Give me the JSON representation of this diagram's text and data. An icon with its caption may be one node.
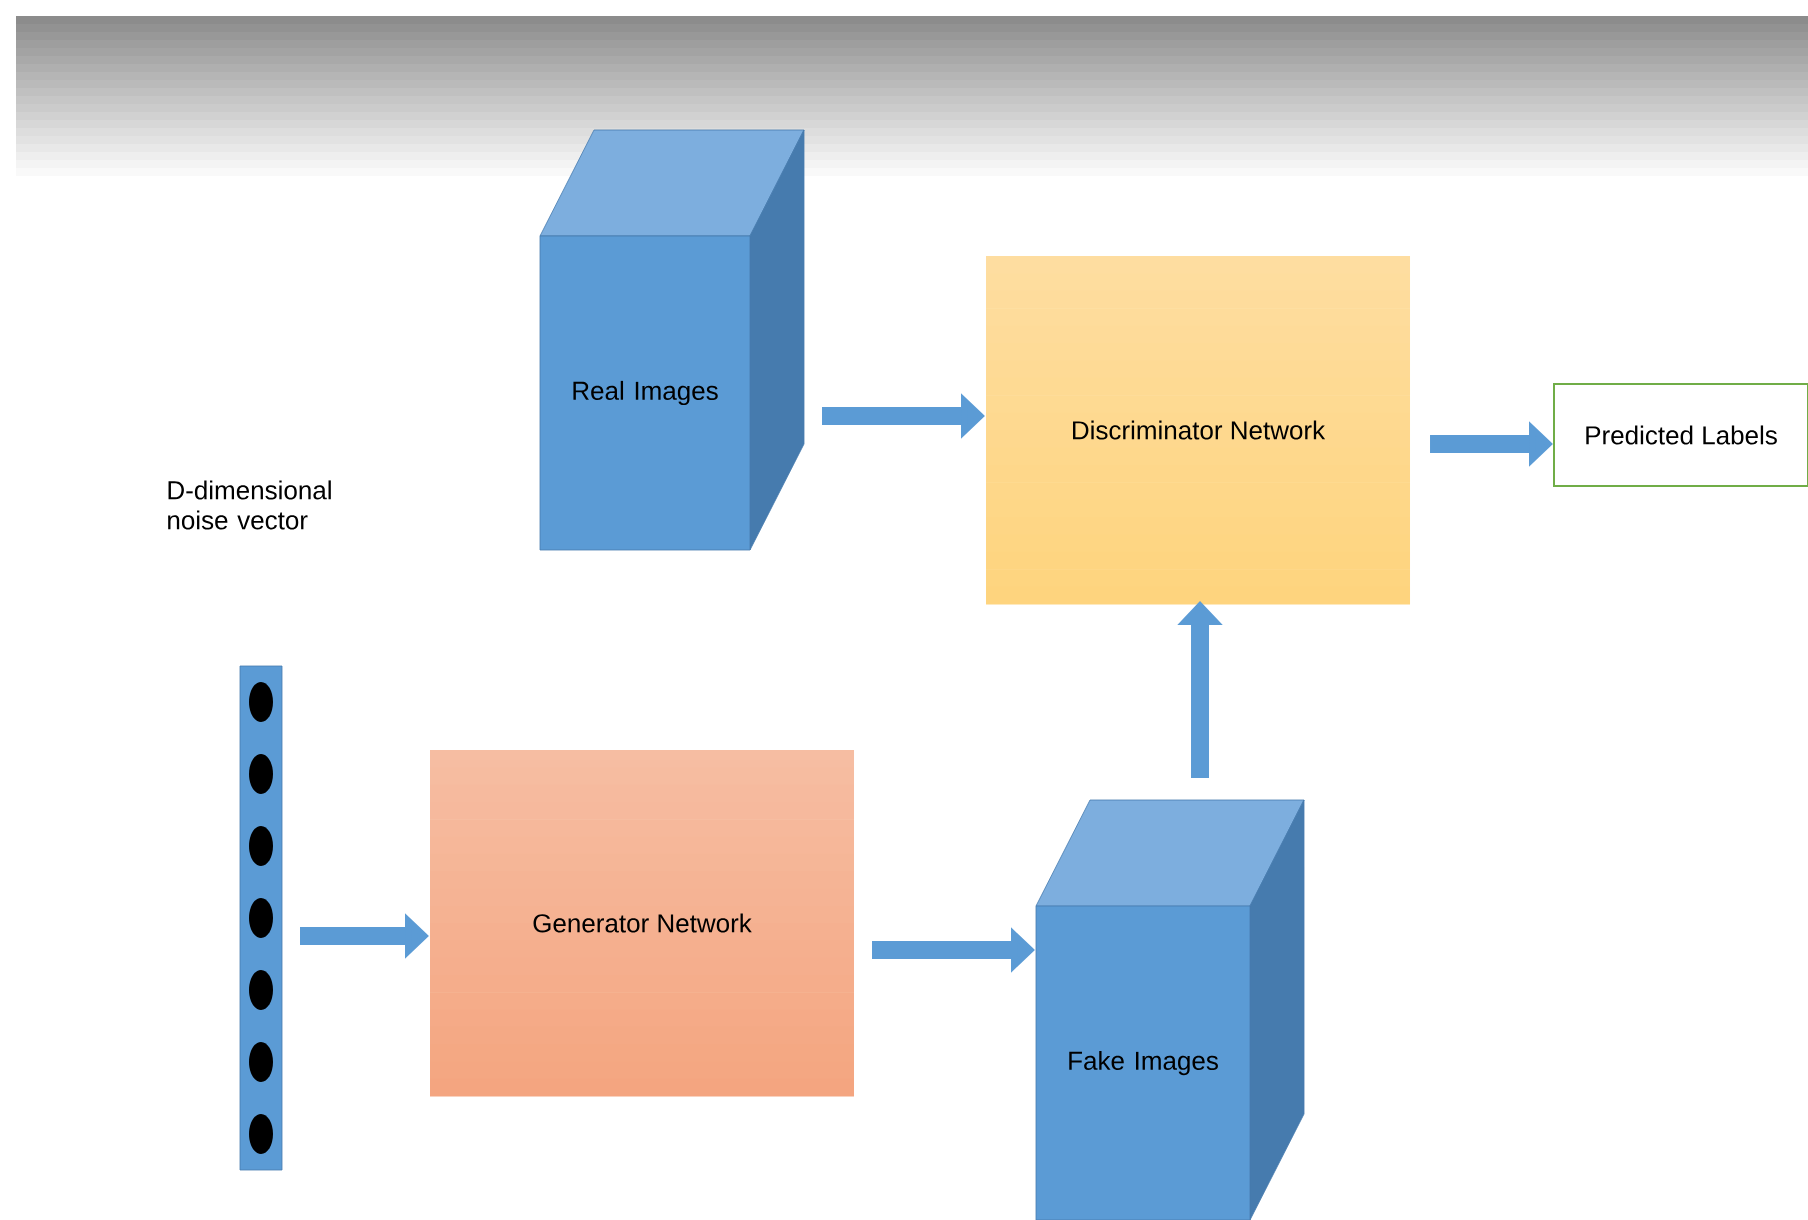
{
  "diagram": {
    "nodes": [
      {
        "text": [
          "Real Images"
        ]
      },
      {
        "text": [
          "Discriminator Network"
        ]
      },
      {
        "text": [
          "Predicted Labels"
        ]
      },
      {
        "text": [],
        "shape": "bar"
      },
      {
        "text": [
          "Generator Network"
        ]
      },
      {
        "text": [
          "Fake Images"
        ]
      }
    ],
    "edges": [
      {
        "from": 0,
        "to": 1,
        "arrow": "to"
      },
      {
        "from": 1,
        "to": 2,
        "arrow": "to"
      },
      {
        "from": 3,
        "to": 4,
        "arrow": "to"
      },
      {
        "from": 4,
        "to": 5,
        "arrow": "to"
      },
      {
        "from": 5,
        "to": 1,
        "arrow": "to"
      }
    ],
    "labels": [
      "D-dimensional noise vector"
    ]
  }
}
